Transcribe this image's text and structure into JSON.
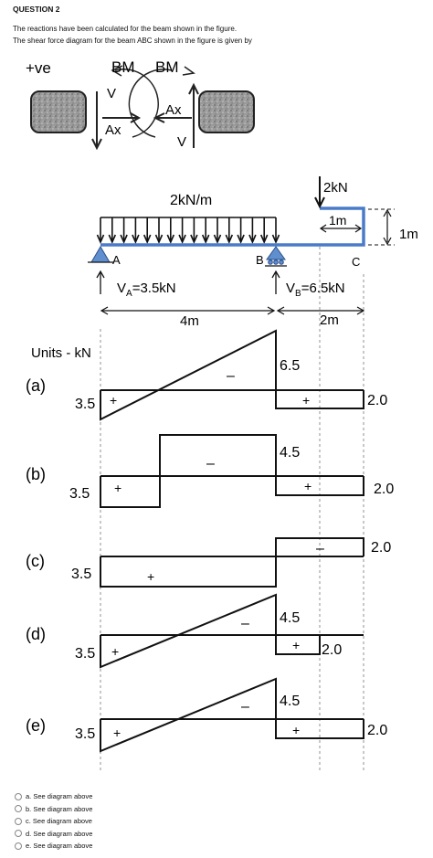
{
  "question": {
    "title": "QUESTION 2",
    "line1": "The reactions have been calculated for the beam shown in the figure.",
    "line2": "The shear force diagram for the beam ABC shown in the figure  is given by"
  },
  "sign_convention": {
    "ve_label": "+ve",
    "bm_left": "BM",
    "bm_right": "BM",
    "v_left": "V",
    "v_right": "V",
    "ax_left": "Ax",
    "ax_right": "Ax"
  },
  "beam": {
    "udl_label": "2kN/m",
    "point_load": "2kN",
    "dim_1m_horizontal": "1m",
    "dim_1m_vertical": "1m",
    "label_A": "A",
    "label_B": "B",
    "label_C": "C",
    "va_prefix": "V",
    "va_sub": "A",
    "va_value": "=3.5kN",
    "vb_prefix": "V",
    "vb_sub": "B",
    "vb_value": "=6.5kN",
    "dim_4m": "4m",
    "dim_2m": "2m"
  },
  "units_label": "Units - kN",
  "diagrams": [
    {
      "label": "(a)",
      "left_val": "3.5",
      "mid_val": "6.5",
      "right_val": "2.0",
      "plus1": "+",
      "minus": "–",
      "plus2": "+"
    },
    {
      "label": "(b)",
      "left_val": "3.5",
      "mid_val": "4.5",
      "right_val": "2.0",
      "plus1": "+",
      "minus": "–",
      "plus2": "+"
    },
    {
      "label": "(c)",
      "left_val": "3.5",
      "right_val": "2.0",
      "plus1": "+",
      "minus": "–"
    },
    {
      "label": "(d)",
      "left_val": "3.5",
      "mid_val": "4.5",
      "right_val": "2.0",
      "plus1": "+",
      "minus": "–",
      "plus2": "+"
    },
    {
      "label": "(e)",
      "left_val": "3.5",
      "mid_val": "4.5",
      "right_val": "2.0",
      "plus1": "+",
      "minus": "–",
      "plus2": "+"
    }
  ],
  "options": [
    "a. See diagram above",
    "b. See diagram above",
    "c. See diagram above",
    "d. See diagram above",
    "e. See diagram above"
  ]
}
